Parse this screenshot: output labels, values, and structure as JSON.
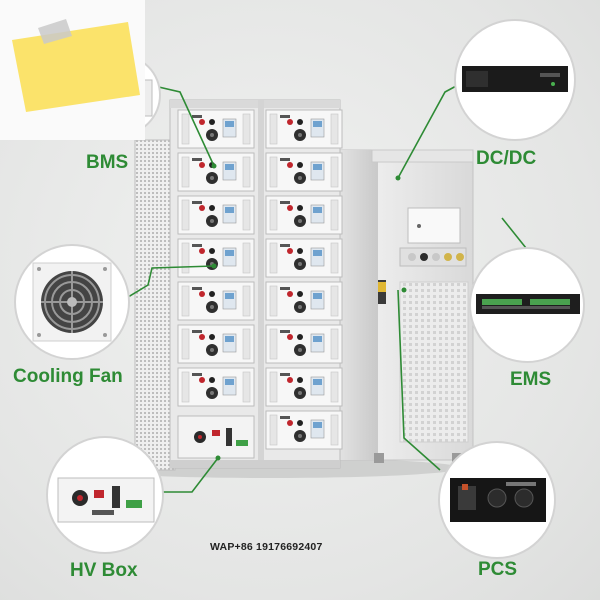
{
  "labels": {
    "bms": "BMS",
    "dcdc": "DC/DC",
    "cooling_fan": "Cooling Fan",
    "ems": "EMS",
    "hv_box": "HV Box",
    "pcs": "PCS"
  },
  "contact": "WAP+86 19176692407",
  "colors": {
    "accent": "#2e8b35",
    "note": "#fbe36b",
    "tape": "#c9c9c9"
  },
  "icons": [
    "sticky-note-icon"
  ]
}
